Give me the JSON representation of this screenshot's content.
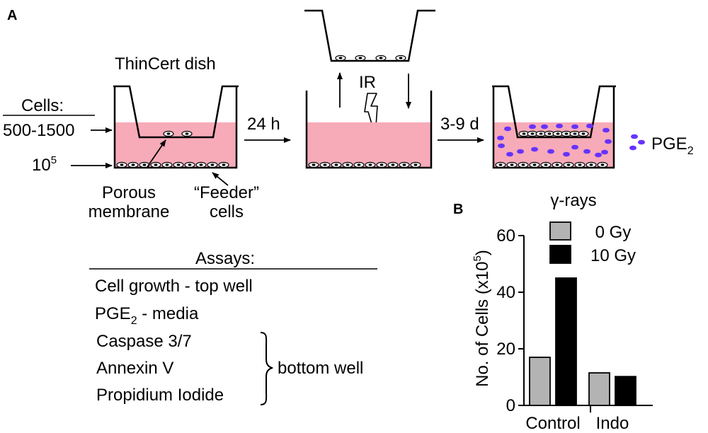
{
  "panel_a": {
    "label": "A",
    "dish_title": "ThinCert dish",
    "cells_header": "Cells:",
    "top_count": "500-1500",
    "bottom_base": "10",
    "bottom_exp": "5",
    "porous_label_1": "Porous",
    "porous_label_2": "membrane",
    "feeder_label_1": "“Feeder”",
    "feeder_label_2": "cells",
    "step1_label": "24 h",
    "ir_label": "IR",
    "step2_label": "3-9 d",
    "pge2_base": "PGE",
    "pge2_sub": "2",
    "colors": {
      "media": "#f7aab8",
      "pge2_dots": "#6633ff"
    }
  },
  "assays": {
    "title": "Assays:",
    "items": [
      {
        "text": "Cell growth - top well",
        "sub": ""
      },
      {
        "text": "PGE",
        "sub": "2",
        "tail": " - media"
      },
      {
        "text": "Caspase 3/7",
        "sub": ""
      },
      {
        "text": "Annexin V",
        "sub": ""
      },
      {
        "text": "Propidium Iodide",
        "sub": ""
      }
    ],
    "bracket_label": "bottom well"
  },
  "panel_b": {
    "label": "B",
    "chart_data": {
      "type": "bar",
      "title": "γ-rays",
      "ylabel": "No. of Cells (x10",
      "ylabel_exp": "5",
      "ylabel_close": ")",
      "categories": [
        "Control",
        "Indo"
      ],
      "ylim": [
        0,
        60
      ],
      "yticks": [
        "0",
        "20",
        "40",
        "60"
      ],
      "series": [
        {
          "name": "0 Gy",
          "color": "#b3b3b3",
          "values": [
            17,
            11.5
          ]
        },
        {
          "name": "10 Gy",
          "color": "#000000",
          "values": [
            45,
            10.2
          ]
        }
      ],
      "legend_position": "top-left"
    }
  }
}
